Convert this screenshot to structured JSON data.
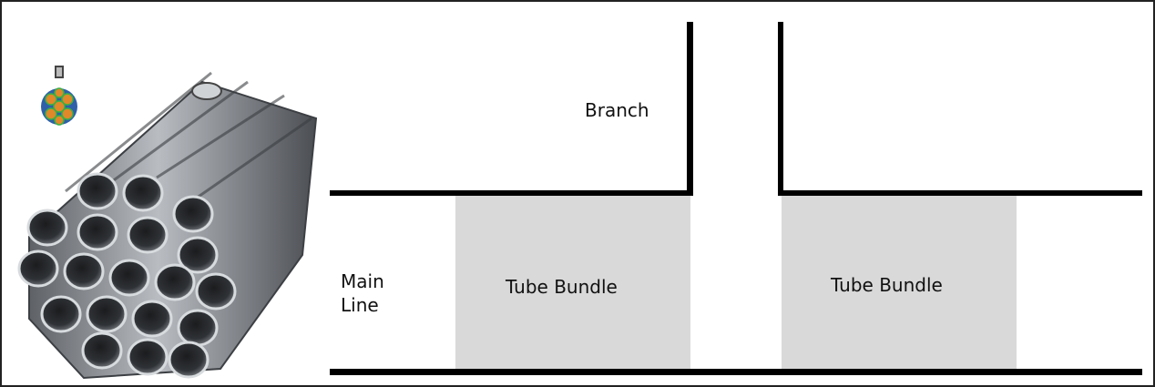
{
  "figure": {
    "branch_label": "Branch",
    "main_line_label": "Main\nLine",
    "tube_bundle_left_label": "Tube Bundle",
    "tube_bundle_right_label": "Tube Bundle",
    "colors": {
      "wall": "#000000",
      "bundle_fill": "#d9d9d9",
      "frame_border": "#222222",
      "tube_metal": "#9a9ea3",
      "icon_outer": "#2f5fa8",
      "icon_tube": "#e0882a",
      "icon_tube_center": "#3cb043"
    },
    "icons": {
      "photo": "tube-bundle-photo",
      "legend": "tube-bundle-cross-section-icon"
    }
  }
}
